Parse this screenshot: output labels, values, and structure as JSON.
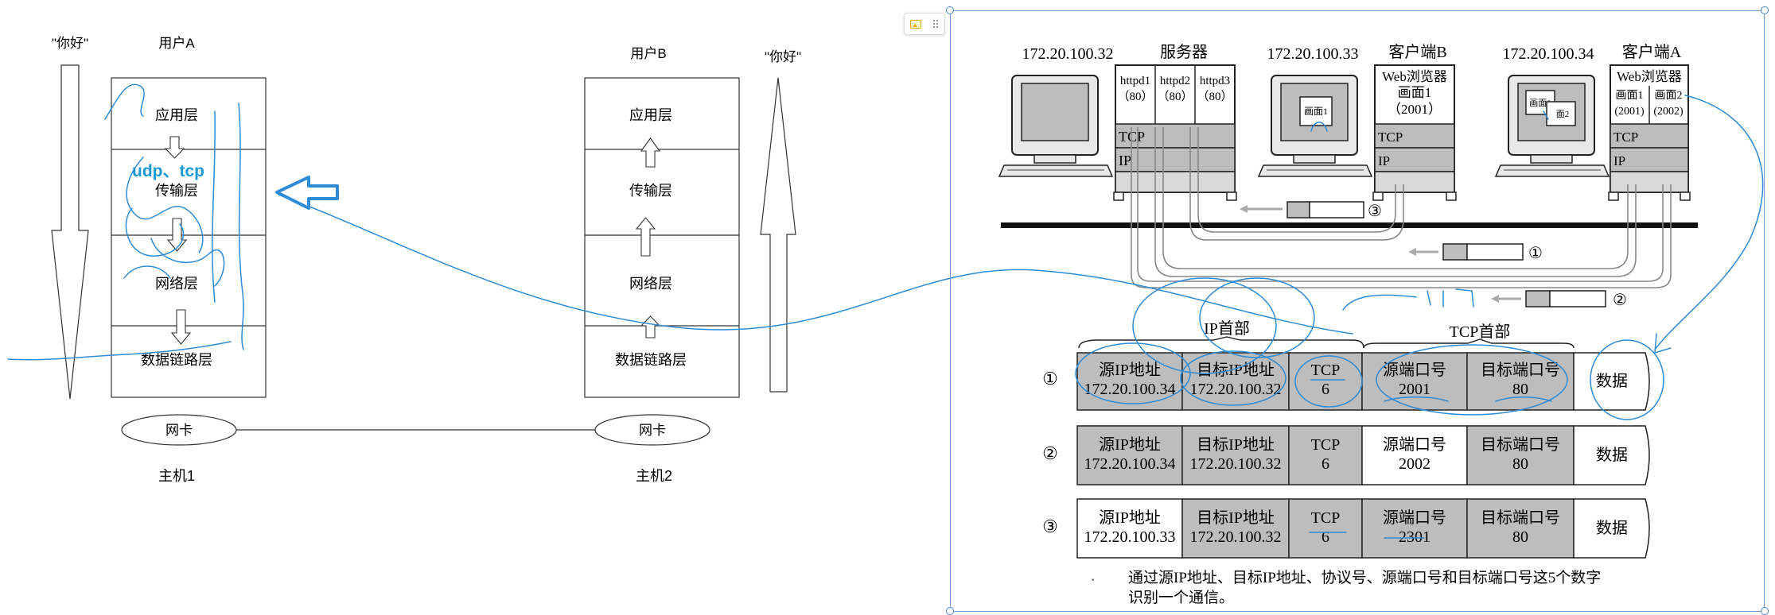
{
  "left_diagram": {
    "host1": {
      "user_label": "用户A",
      "message": "\"你好\"",
      "layers": [
        "应用层",
        "传输层",
        "网络层",
        "数据链路层"
      ],
      "annotation": "udp、tcp",
      "nic": "网卡",
      "host_label": "主机1"
    },
    "host2": {
      "user_label": "用户B",
      "message": "\"你好\"",
      "layers": [
        "应用层",
        "传输层",
        "网络层",
        "数据链路层"
      ],
      "nic": "网卡",
      "host_label": "主机2"
    }
  },
  "right_figure": {
    "machines": {
      "server_ip": "172.20.100.32",
      "server_label": "服务器",
      "client_b_ip": "172.20.100.33",
      "client_b_label": "客户端B",
      "client_a_ip": "172.20.100.34",
      "client_a_label": "客户端A",
      "server_stack": {
        "procs": [
          "httpd1",
          "httpd2",
          "httpd3"
        ],
        "ports": [
          "（80）",
          "（80）",
          "（80）"
        ],
        "tcp": "TCP",
        "ip": "IP"
      },
      "client_b_stack": {
        "app_line1": "Web浏览器",
        "app_line2": "画面1",
        "app_line3": "（2001）",
        "tcp": "TCP",
        "ip": "IP"
      },
      "client_a_stack": {
        "app_line1": "Web浏览器",
        "win1": "画面1",
        "win2": "画面2",
        "port1": "(2001)",
        "port2": "(2002)",
        "tcp": "TCP",
        "ip": "IP"
      },
      "screen_b_window": "画面1",
      "screen_a_win1": "画面1",
      "screen_a_win2": "面2"
    },
    "packet_markers": [
      "③",
      "①",
      "②"
    ],
    "table": {
      "ip_header_label": "IP首部",
      "tcp_header_label": "TCP首部",
      "src_ip_label": "源IP地址",
      "dst_ip_label": "目标IP地址",
      "proto_label": "TCP",
      "src_port_label": "源端口号",
      "dst_port_label": "目标端口号",
      "data_label": "数据",
      "rows": [
        {
          "marker": "①",
          "src_ip": "172.20.100.34",
          "dst_ip": "172.20.100.32",
          "proto_num": "6",
          "src_port": "2001",
          "dst_port": "80"
        },
        {
          "marker": "②",
          "src_ip": "172.20.100.34",
          "dst_ip": "172.20.100.32",
          "proto_num": "6",
          "src_port": "2002",
          "dst_port": "80"
        },
        {
          "marker": "③",
          "src_ip": "172.20.100.33",
          "dst_ip": "172.20.100.32",
          "proto_num": "6",
          "src_port": "2301",
          "dst_port": "80"
        }
      ],
      "caption_line1": "通过源IP地址、目标IP地址、协议号、源端口号和目标端口号这5个数字",
      "caption_line2": "识别一个通信。"
    }
  },
  "colors": {
    "ink_blue": "#2e8bd6",
    "annotation_blue": "#1a9ad6",
    "selection_blue": "#4a86d8",
    "figure_gray": "#bdbdbd"
  }
}
